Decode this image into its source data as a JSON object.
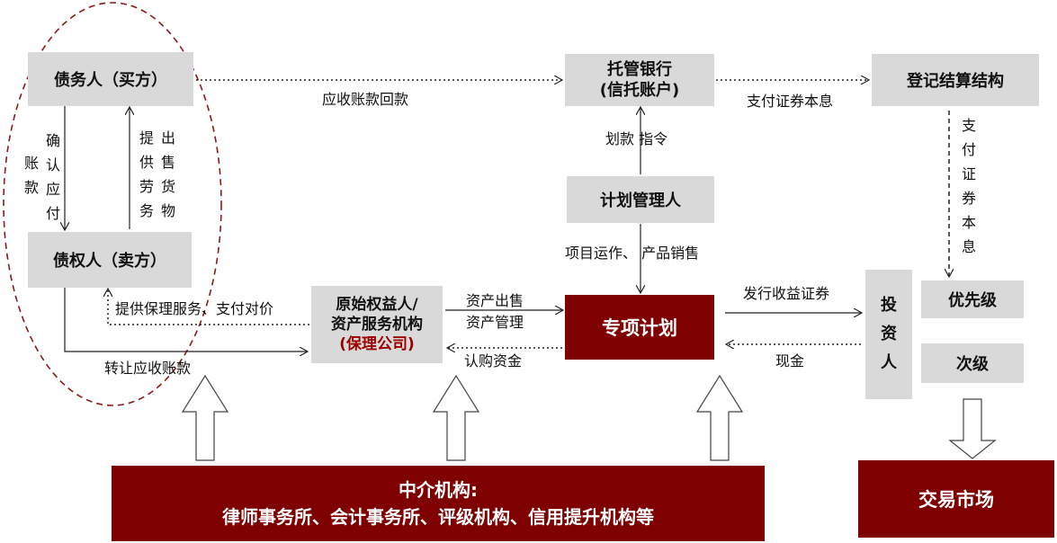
{
  "nodes": {
    "debtor": "债务人（买方）",
    "creditor": "债权人（卖方）",
    "custodian_line1": "托管银行",
    "custodian_line2": "(信托账户)",
    "registrar": "登记结算结构",
    "manager": "计划管理人",
    "originator_line1": "原始权益人/",
    "originator_line2": "资产服务机构",
    "originator_line3": "(保理公司)",
    "special_plan": "专项计划",
    "investor": "投资人",
    "senior": "优先级",
    "junior": "次级",
    "intermediary_line1": "中介机构:",
    "intermediary_line2": "律师事务所、会计事务所、评级机构、信用提升机构等",
    "market": "交易市场"
  },
  "labels": {
    "receivable_return": "应收账款回款",
    "pay_principal_interest_h": "支付证券本息",
    "transfer_instruction": "划款 指令",
    "project_ops": "项目运作、 产品销售",
    "pay_principal_interest_v": "支付证券本息",
    "confirm_payable_1": "确认应付",
    "confirm_payable_2": "账款",
    "provide_goods_1": "出售货物",
    "provide_goods_2": "提供劳务",
    "factoring_service": "提供保理服务、支付对价",
    "transfer_receivable": "转让应收账款",
    "asset_sale": "资产出售",
    "asset_management": "资产管理",
    "subscription": "认购资金",
    "issue_securities": "发行收益证券",
    "cash": "现金"
  },
  "colors": {
    "box_gray": "#d9d9d9",
    "box_red": "#7f0000",
    "ellipse": "#8b1a1a",
    "accent_text": "#9b0000"
  }
}
